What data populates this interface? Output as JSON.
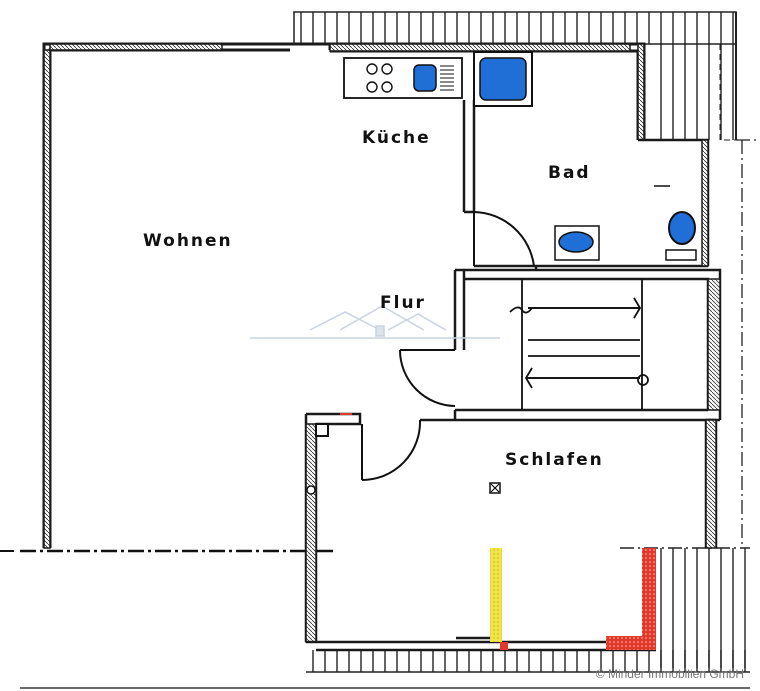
{
  "rooms": {
    "kueche": "Küche",
    "bad": "Bad",
    "wohnen": "Wohnen",
    "flur": "Flur",
    "schlafen": "Schlafen"
  },
  "copyright": "© Minder Immobilien GmbH",
  "colors": {
    "wall": "#1a1a1a",
    "fixture_blue": "#1f6fd6",
    "dormer_red": "#e0392b",
    "beam_yellow": "#f2e34a",
    "watermark": "#c9d3df"
  }
}
